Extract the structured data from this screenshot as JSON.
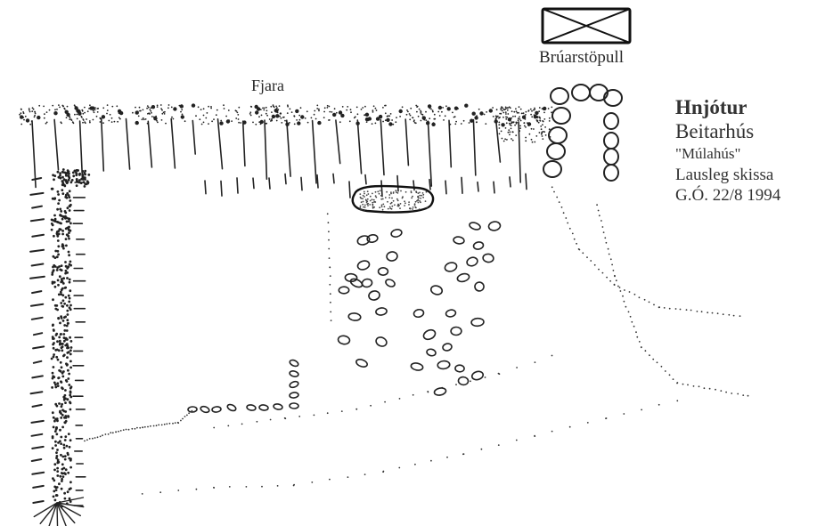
{
  "labels": {
    "shore": "Fjara",
    "bridge_abutment": "Brúarstöpull"
  },
  "legend": {
    "title": "Hnjótur",
    "subtitle": "Beitarhús",
    "quoted_name": "\"Múlahús\"",
    "note": "Lausleg skissa",
    "signature": "G.Ó. 22/8 1994"
  },
  "colors": {
    "ink": "#222222",
    "paper": "#ffffff"
  }
}
